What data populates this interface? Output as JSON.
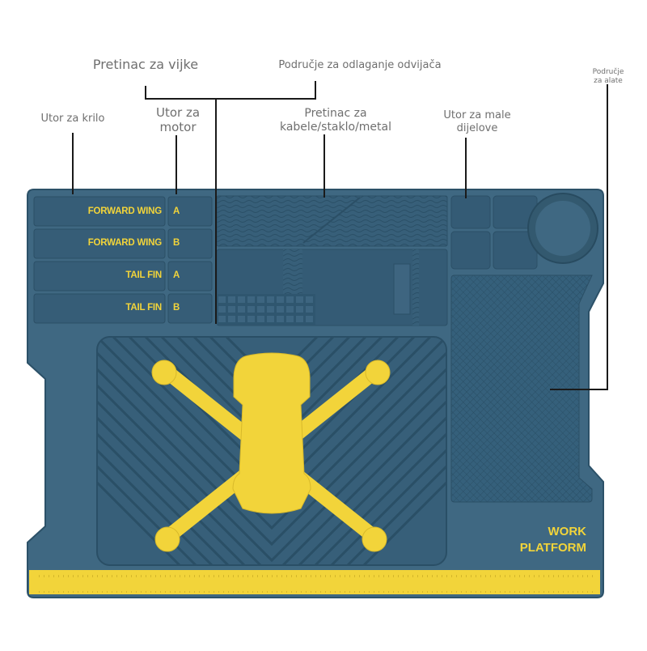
{
  "callouts": {
    "screw_tray": "Pretinac za vijke",
    "driver_area": "Područje za odlaganje odvijača",
    "wing_slot": "Utor za krilo",
    "motor_slot": [
      "Utor za",
      "motor"
    ],
    "cable_tray": [
      "Pretinac za",
      "kabele/staklo/metal"
    ],
    "small_parts": [
      "Utor za male",
      "dijelove"
    ],
    "tool_area": [
      "Područje",
      "za alate"
    ]
  },
  "mat": {
    "slots": [
      {
        "label": "FORWARD WING",
        "side": "A"
      },
      {
        "label": "FORWARD WING",
        "side": "B"
      },
      {
        "label": "TAIL FIN",
        "side": "A"
      },
      {
        "label": "TAIL FIN",
        "side": "B"
      }
    ],
    "logo": [
      "WORK",
      "PLATFORM"
    ]
  },
  "colors": {
    "mat": "#3f6882",
    "mat_dark": "#2f5670",
    "pocket": "#365d77",
    "accent": "#f2d43a",
    "callout_text": "#6f6f6f"
  }
}
